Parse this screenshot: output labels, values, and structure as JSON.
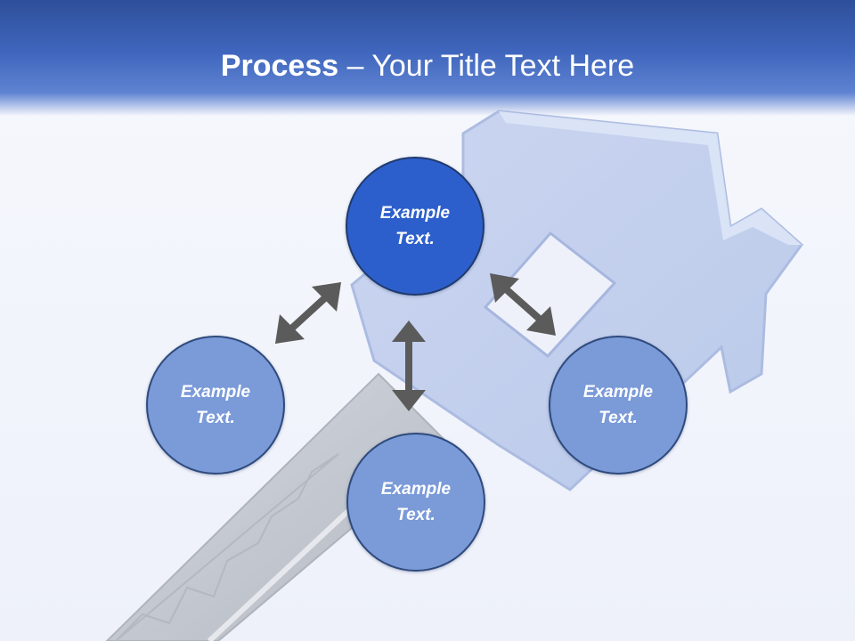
{
  "slide": {
    "title_bold": "Process",
    "title_rest": " – Your Title Text Here"
  },
  "nodes": [
    {
      "id": "top",
      "text": "Example Text."
    },
    {
      "id": "left",
      "text": "Example Text."
    },
    {
      "id": "bottom",
      "text": "Example Text."
    },
    {
      "id": "right",
      "text": "Example Text."
    }
  ],
  "colors": {
    "header": "#3f66bd",
    "primary_node": "#2d5fcc",
    "secondary_node": "#7a9ad8",
    "arrow": "#5b5b5b"
  },
  "background_image": "house-key-icon"
}
